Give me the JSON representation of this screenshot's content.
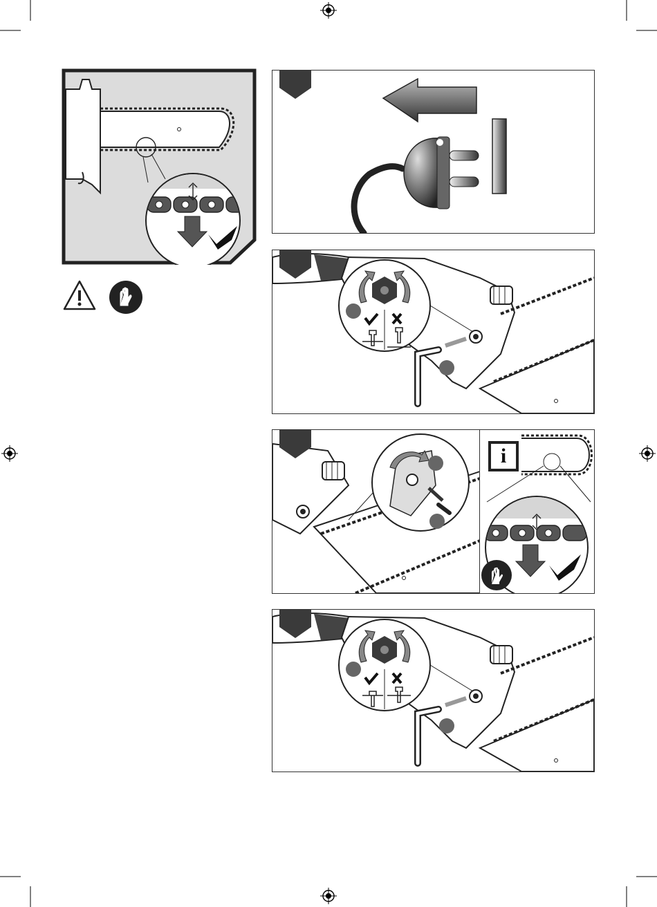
{
  "page": {
    "registration_marks": [
      "top-center",
      "left-middle",
      "right-middle",
      "bottom-center"
    ],
    "crop_marks": [
      "top-left",
      "top-right",
      "bottom-left",
      "bottom-right"
    ]
  },
  "figures": {
    "chain_tension_check": {
      "icons": [
        "chainsaw-bar",
        "chain-links",
        "tension-arrows",
        "pull-down-arrow",
        "check-mark"
      ]
    },
    "warning_icons": [
      "warning-triangle-icon",
      "gloves-icon"
    ],
    "step1": {
      "icons": [
        "unplug-arrow",
        "mains-plug",
        "wall-socket"
      ]
    },
    "step2": {
      "icons": [
        "hex-bolt",
        "rotate-arrows",
        "check-mark",
        "cross-mark",
        "allen-key"
      ]
    },
    "step3": {
      "icons": [
        "tension-knob",
        "rotate-arrows",
        "info-icon",
        "chain-links",
        "gloves-icon",
        "check-mark"
      ],
      "info_label": "i"
    },
    "step4": {
      "icons": [
        "hex-bolt",
        "rotate-arrows",
        "check-mark",
        "cross-mark",
        "allen-key"
      ]
    }
  },
  "colors": {
    "tab": "#3a3a3a",
    "gray_fill": "#d9d9d9",
    "dark": "#222222",
    "white": "#ffffff"
  }
}
